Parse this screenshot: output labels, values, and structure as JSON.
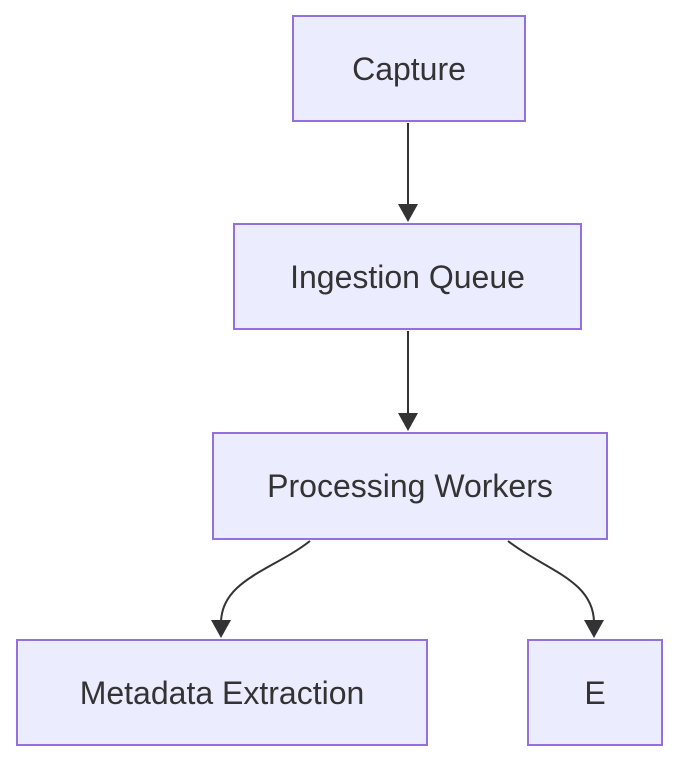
{
  "diagram": {
    "type": "flowchart",
    "direction": "top-down",
    "nodes": [
      {
        "label": "Capture"
      },
      {
        "label": "Ingestion Queue"
      },
      {
        "label": "Processing Workers"
      },
      {
        "label": "Metadata Extraction"
      },
      {
        "label": "E"
      }
    ],
    "edges": [
      {
        "from": "Capture",
        "to": "Ingestion Queue",
        "style": "straight-arrow"
      },
      {
        "from": "Ingestion Queue",
        "to": "Processing Workers",
        "style": "straight-arrow"
      },
      {
        "from": "Processing Workers",
        "to": "Metadata Extraction",
        "style": "curved-arrow"
      },
      {
        "from": "Processing Workers",
        "to": "E",
        "style": "curved-arrow"
      }
    ],
    "colors": {
      "node_fill": "#ECECFF",
      "node_border": "#9370DB",
      "edge_color": "#333333",
      "text_color": "#333333",
      "background": "#FFFFFF"
    }
  }
}
